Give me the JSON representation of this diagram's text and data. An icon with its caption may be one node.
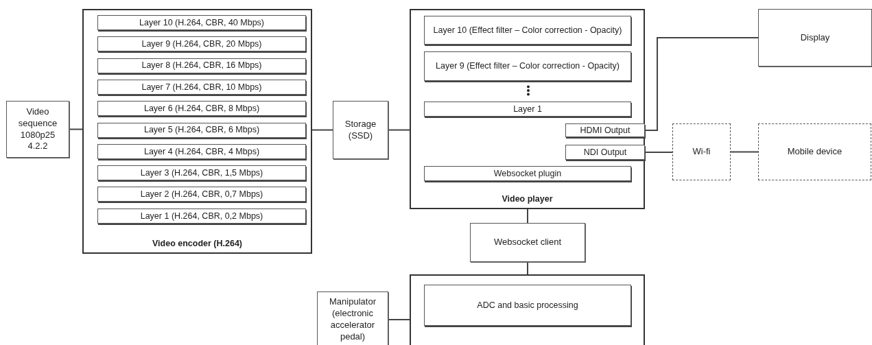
{
  "diagram": {
    "nodes": [
      {
        "text": [
          "Video sequence 1080p25 4.2.2"
        ]
      },
      {
        "text": [
          "Video encoder (H.264)"
        ]
      },
      {
        "text": [
          "Layer 10 (H.264, CBR, 40 Mbps)"
        ],
        "in": 1
      },
      {
        "text": [
          "Layer 9 (H.264, CBR, 20 Mbps)"
        ],
        "in": 1
      },
      {
        "text": [
          "Layer 8 (H.264, CBR, 16 Mbps)"
        ],
        "in": 1
      },
      {
        "text": [
          "Layer 7 (H.264, CBR, 10 Mbps)"
        ],
        "in": 1
      },
      {
        "text": [
          "Layer 6 (H.264, CBR, 8 Mbps)"
        ],
        "in": 1
      },
      {
        "text": [
          "Layer 5 (H.264, CBR, 6 Mbps)"
        ],
        "in": 1
      },
      {
        "text": [
          "Layer 4 (H.264, CBR, 4 Mbps)"
        ],
        "in": 1
      },
      {
        "text": [
          "Layer 3 (H.264, CBR, 1,5 Mbps)"
        ],
        "in": 1
      },
      {
        "text": [
          "Layer 2 (H.264, CBR, 0,7 Mbps)"
        ],
        "in": 1
      },
      {
        "text": [
          "Layer 1 (H.264, CBR, 0,2 Mbps)"
        ],
        "in": 1
      },
      {
        "text": [
          "Storage (SSD)"
        ]
      },
      {
        "text": [
          "Video player"
        ]
      },
      {
        "text": [
          "Layer 10 (Effect filter – Color correction - Opacity)"
        ],
        "in": 13
      },
      {
        "text": [
          "Layer 9 (Effect filter – Color correction - Opacity)"
        ],
        "in": 13
      },
      {
        "text": [
          "Layer 1"
        ],
        "in": 13
      },
      {
        "text": [
          "HDMI Output"
        ],
        "in": 13
      },
      {
        "text": [
          "NDI Output"
        ],
        "in": 13
      },
      {
        "text": [
          "Websocket plugin"
        ],
        "in": 13
      },
      {
        "text": [
          "Display"
        ]
      },
      {
        "text": [
          "Wi-fi"
        ]
      },
      {
        "text": [
          "Mobile device"
        ]
      },
      {
        "text": [
          "Websocket client"
        ]
      },
      {
        "text": [
          "Manipulator (electronic accelerator pedal)"
        ]
      },
      {
        "text": [],
        "shape": "box"
      },
      {
        "text": [
          "ADC and basic processing"
        ],
        "in": 25
      }
    ],
    "edges": [
      {
        "from": 0,
        "to": 1,
        "arrow": "none"
      },
      {
        "from": 1,
        "to": 12,
        "arrow": "none"
      },
      {
        "from": 12,
        "to": 13,
        "arrow": "none"
      },
      {
        "from": 17,
        "to": 20,
        "arrow": "none"
      },
      {
        "from": 18,
        "to": 21,
        "arrow": "none"
      },
      {
        "from": 21,
        "to": 22,
        "arrow": "none"
      },
      {
        "from": 13,
        "to": 23,
        "arrow": "none"
      },
      {
        "from": 23,
        "to": 25,
        "arrow": "none"
      },
      {
        "from": 24,
        "to": 25,
        "arrow": "none"
      }
    ]
  }
}
